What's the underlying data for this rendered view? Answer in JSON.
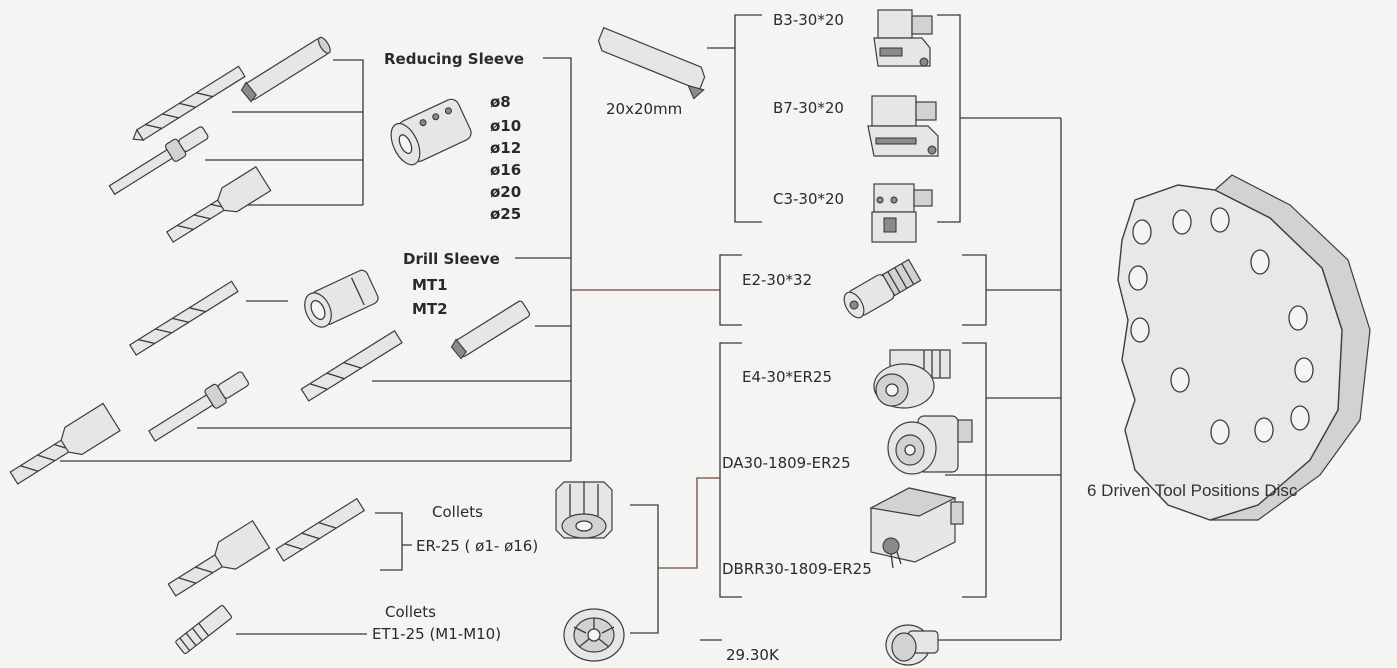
{
  "labels": {
    "reducing_sleeve": "Reducing Sleeve",
    "sizes": [
      "ø8",
      "ø10",
      "ø12",
      "ø16",
      "ø20",
      "ø25"
    ],
    "drill_sleeve": "Drill Sleeve",
    "mt1": "MT1",
    "mt2": "MT2",
    "shank_20x20": "20x20mm",
    "b3": "B3-30*20",
    "b7": "B7-30*20",
    "c3": "C3-30*20",
    "e2": "E2-30*32",
    "e4": "E4-30*ER25",
    "da30": "DA30-1809-ER25",
    "dbrr30": "DBRR30-1809-ER25",
    "k2930": "29.30K",
    "collets_1": "Collets",
    "er25": "ER-25 ( ø1- ø16)",
    "collets_2": "Collets",
    "et1": "ET1-25 (M1-M10)",
    "disc": "6 Driven Tool Positions Disc"
  },
  "colors": {
    "background": "#f4f4f2",
    "line_dark": "#3a3a3a",
    "line_brown": "#6b4a38",
    "part_fill": "#e6e6e6"
  },
  "icons": [
    "drill-icon",
    "boring-bar-icon",
    "reducing-sleeve-icon",
    "drill-sleeve-icon",
    "tool-holder-icon",
    "collet-icon",
    "tap-icon",
    "plug-icon",
    "disc-icon"
  ]
}
